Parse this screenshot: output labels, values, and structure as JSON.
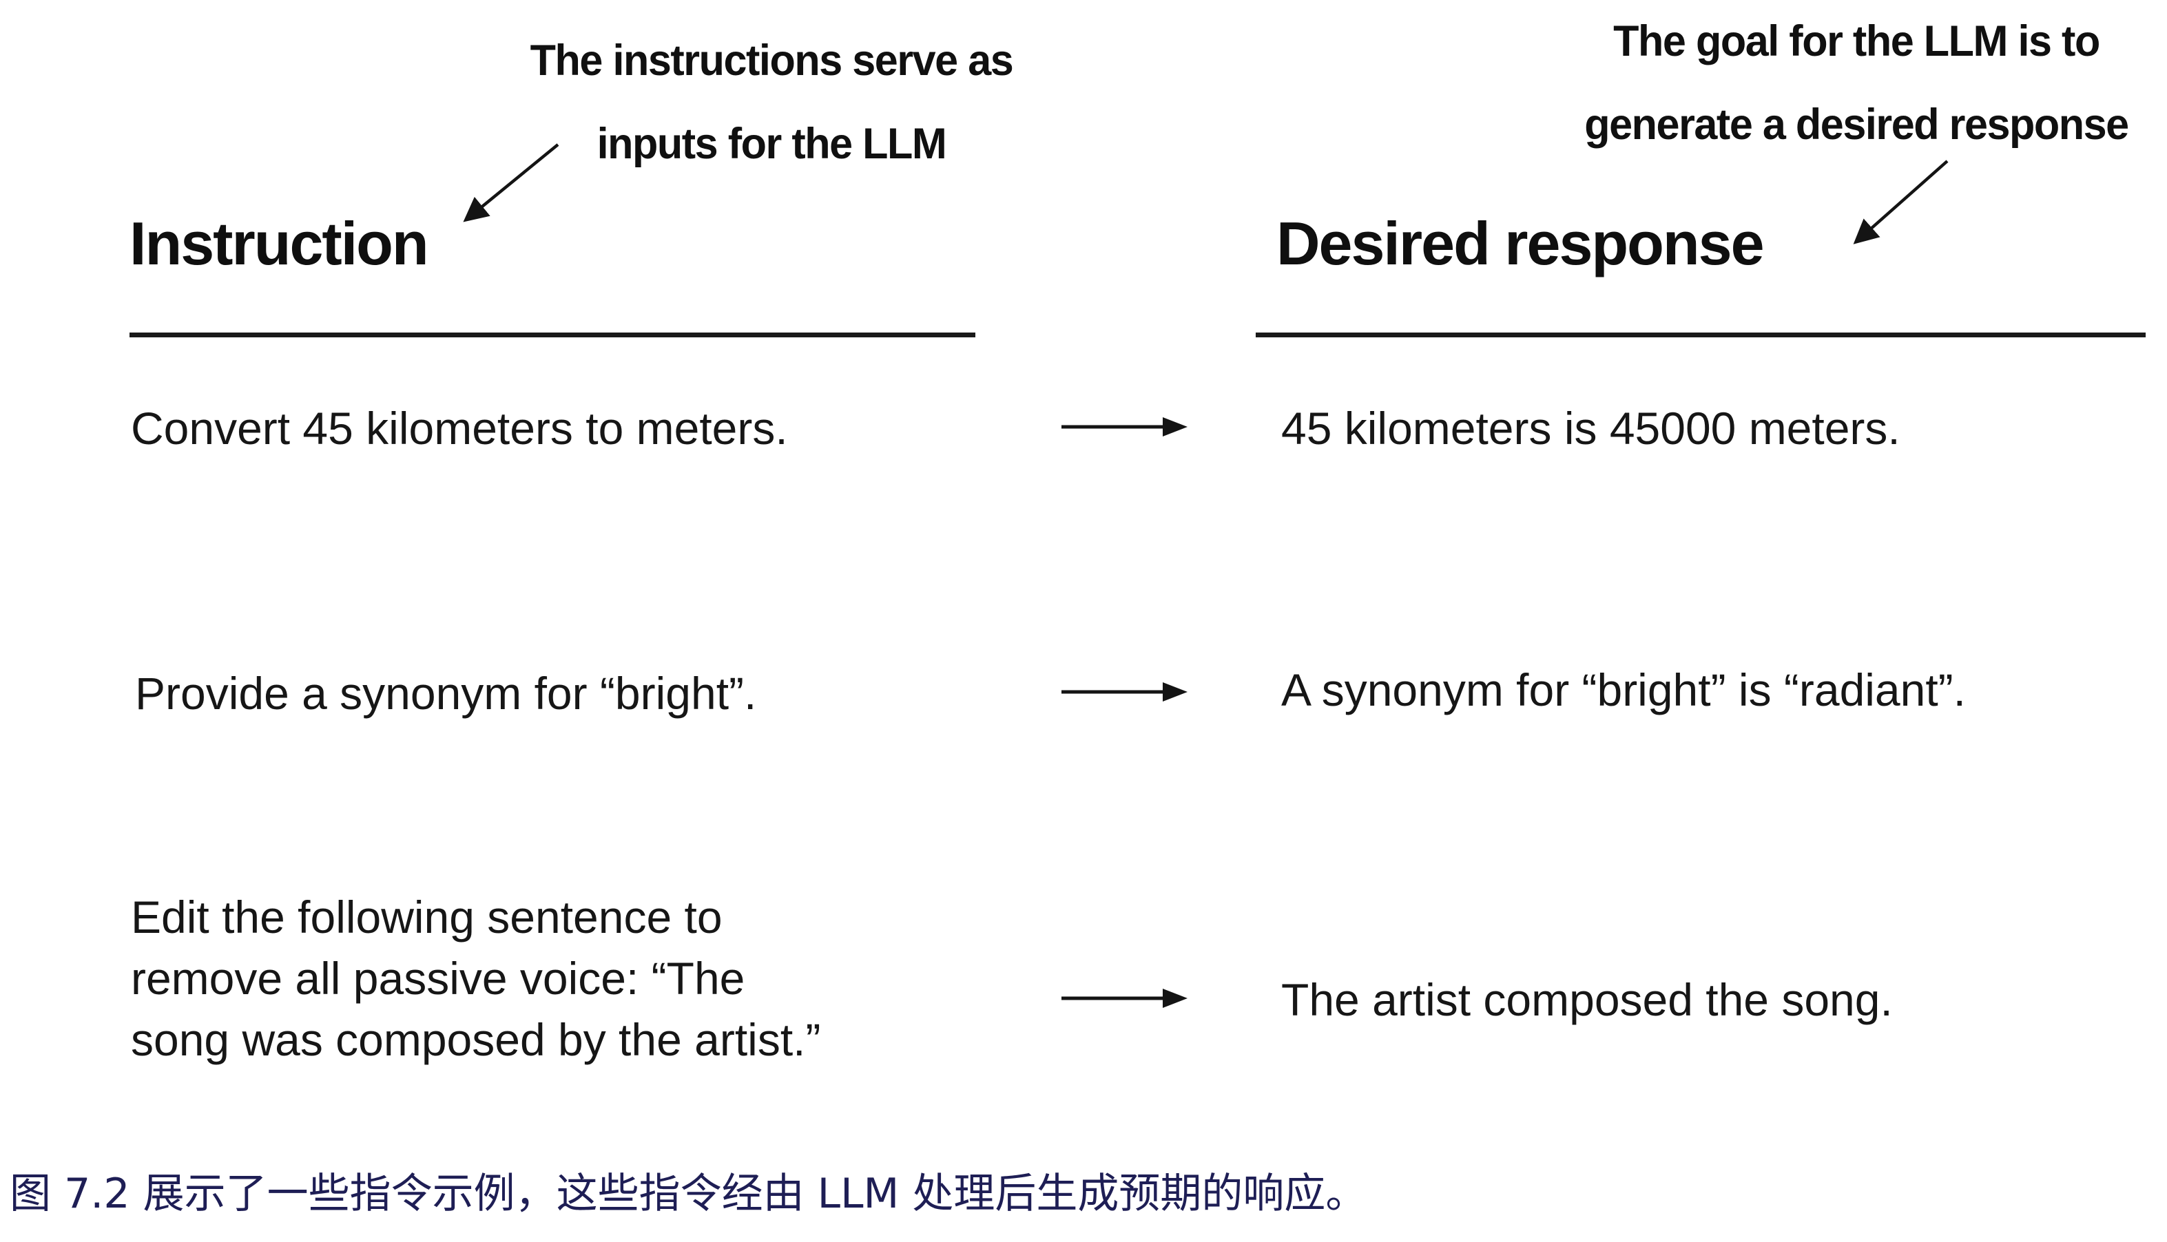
{
  "figure": {
    "kind": "instruction-finetuning-example-diagram",
    "background_color": "#ffffff",
    "text_color": "#161616"
  },
  "annotations": {
    "left": {
      "line1": "The instructions serve as",
      "line2": "inputs for the LLM"
    },
    "right": {
      "line1": "The goal for the LLM is to",
      "line2": "generate a desired response"
    }
  },
  "table": {
    "headers": {
      "instruction": "Instruction",
      "response": "Desired response"
    },
    "rows": [
      {
        "instruction": "Convert 45 kilometers to meters.",
        "response": "45 kilometers is 45000 meters."
      },
      {
        "instruction": "Provide a synonym for “bright”.",
        "response": "A synonym for “bright” is “radiant”."
      },
      {
        "instruction": "Edit the following sentence to\nremove all passive voice: “The\nsong was composed by the artist.”",
        "response": "The artist composed the song."
      }
    ]
  },
  "icons": {
    "right_arrow": "→",
    "down_left_arrow": "↙"
  },
  "caption": {
    "text": "图 7.2 展示了一些指令示例，这些指令经由 LLM 处理后生成预期的响应。",
    "color": "#1e1e55"
  }
}
